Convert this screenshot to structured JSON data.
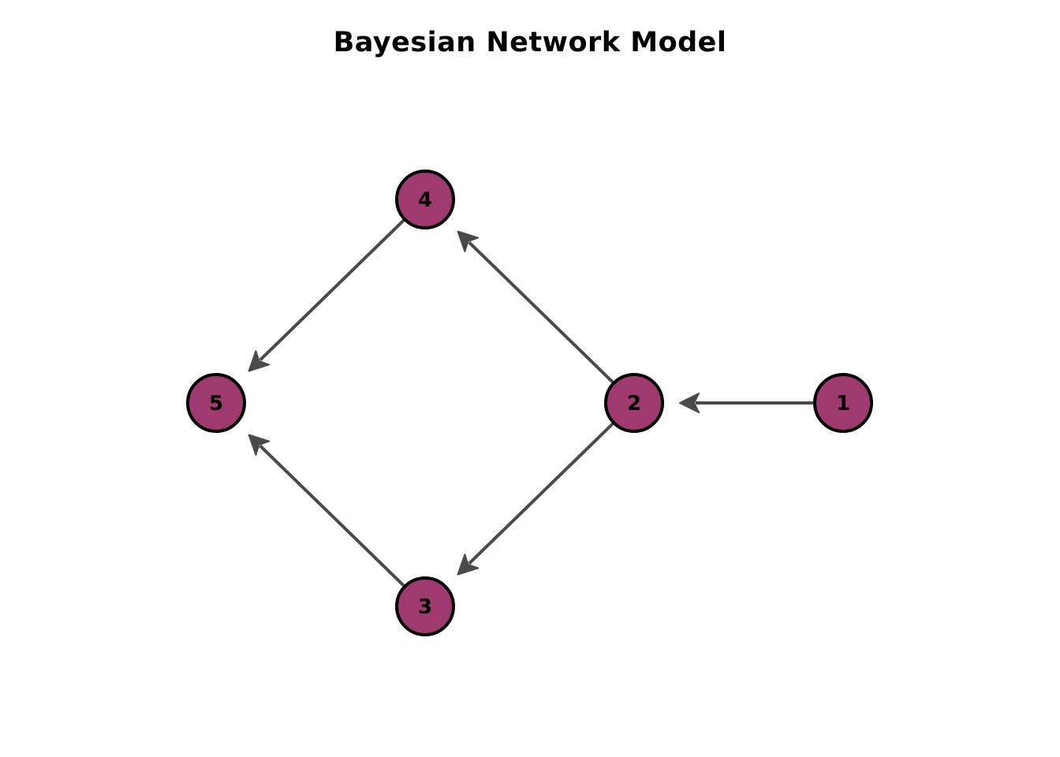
{
  "title": "Bayesian Network Model",
  "colors": {
    "node_fill": "#9E3A6F",
    "node_stroke": "#000000",
    "edge": "#4A4A4A"
  },
  "nodes": [
    {
      "id": "1",
      "label": "1"
    },
    {
      "id": "2",
      "label": "2"
    },
    {
      "id": "3",
      "label": "3"
    },
    {
      "id": "4",
      "label": "4"
    },
    {
      "id": "5",
      "label": "5"
    }
  ],
  "edges": [
    {
      "from": "1",
      "to": "2"
    },
    {
      "from": "2",
      "to": "4"
    },
    {
      "from": "2",
      "to": "3"
    },
    {
      "from": "4",
      "to": "5"
    },
    {
      "from": "3",
      "to": "5"
    }
  ]
}
